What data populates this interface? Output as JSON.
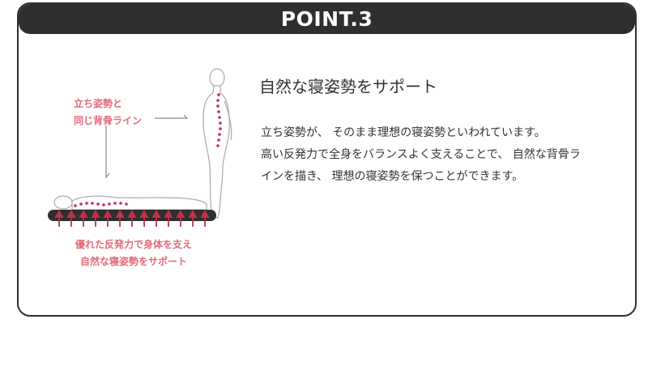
{
  "header": {
    "title": "POINT.3"
  },
  "illustration": {
    "callout_top": [
      "立ち姿勢と",
      "同じ背骨ライン"
    ],
    "callout_bottom": [
      "優れた反発力で身体を支え",
      "自然な寝姿勢をサポート"
    ]
  },
  "content": {
    "heading": "自然な寝姿勢をサポート",
    "lines": [
      "立ち姿勢が、 そのまま理想の寝姿勢といわれています。",
      "高い反発力で全身をバランスよく支えることで、 自然な背骨ラ",
      "インを描き、 理想の寝姿勢を保つことができます。"
    ]
  },
  "colors": {
    "accent": "#e26b78",
    "spine": "#c0304a",
    "dark": "#2f2f2f"
  }
}
